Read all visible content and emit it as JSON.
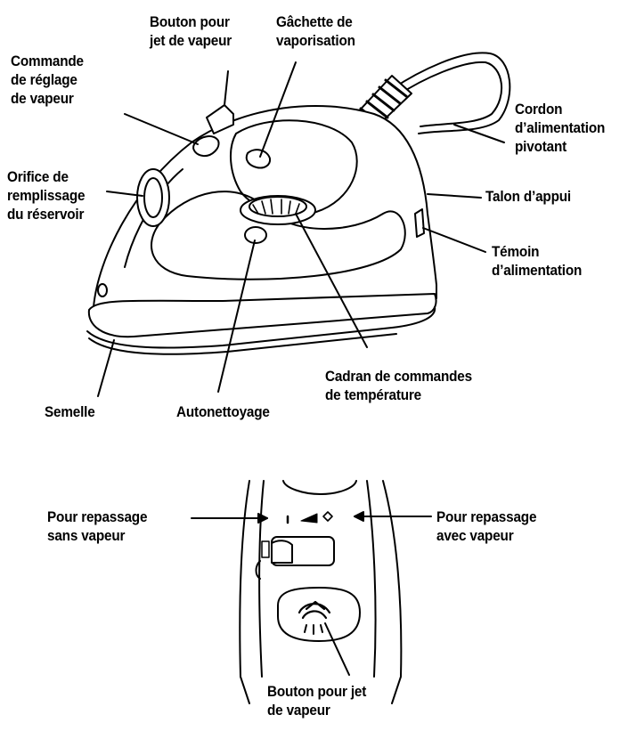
{
  "diagram_top": {
    "labels": {
      "bouton_jet": "Bouton pour\njet de vapeur",
      "gachette": "Gâchette de\nvaporisation",
      "commande_reglage": "Commande\nde réglage\nde vapeur",
      "cordon": "Cordon\nd’alimentation\npivotant",
      "orifice": "Orifice de\nremplissage\ndu réservoir",
      "talon": "Talon d’appui",
      "temoin": "Témoin\nd’alimentation",
      "cadran": "Cadran de commandes\nde température",
      "semelle": "Semelle",
      "autonettoyage": "Autonettoyage"
    }
  },
  "diagram_bottom": {
    "labels": {
      "sans_vapeur": "Pour repassage\nsans vapeur",
      "avec_vapeur": "Pour repassage\navec vapeur",
      "bouton_jet_bas": "Bouton pour jet\nde vapeur"
    }
  },
  "colors": {
    "ink": "#000000",
    "paper": "#ffffff"
  }
}
